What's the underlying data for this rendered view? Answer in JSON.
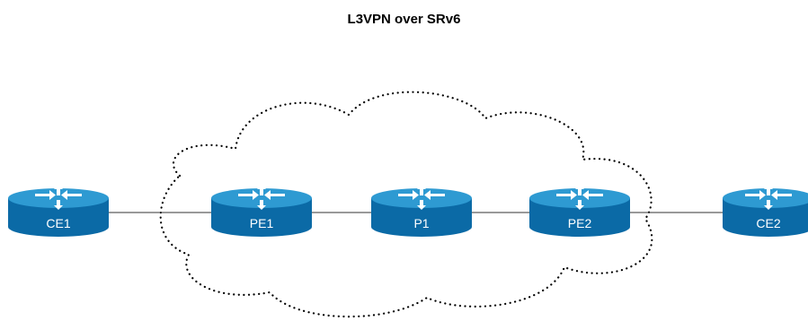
{
  "title": "L3VPN over SRv6",
  "routers": [
    {
      "id": "ce1",
      "label": "CE1"
    },
    {
      "id": "pe1",
      "label": "PE1"
    },
    {
      "id": "p1",
      "label": "P1"
    },
    {
      "id": "pe2",
      "label": "PE2"
    },
    {
      "id": "ce2",
      "label": "CE2"
    }
  ],
  "links": [
    {
      "from": "CE1",
      "to": "PE1"
    },
    {
      "from": "PE1",
      "to": "P1"
    },
    {
      "from": "P1",
      "to": "PE2"
    },
    {
      "from": "PE2",
      "to": "CE2"
    }
  ],
  "colors": {
    "router_top": "#2e9ad2",
    "router_body": "#0b6aa6",
    "router_arrows": "#ffffff",
    "link": "#333333",
    "cloud_outline": "#000000"
  },
  "icons": {
    "router": "router-icon",
    "cloud": "network-cloud-icon"
  }
}
